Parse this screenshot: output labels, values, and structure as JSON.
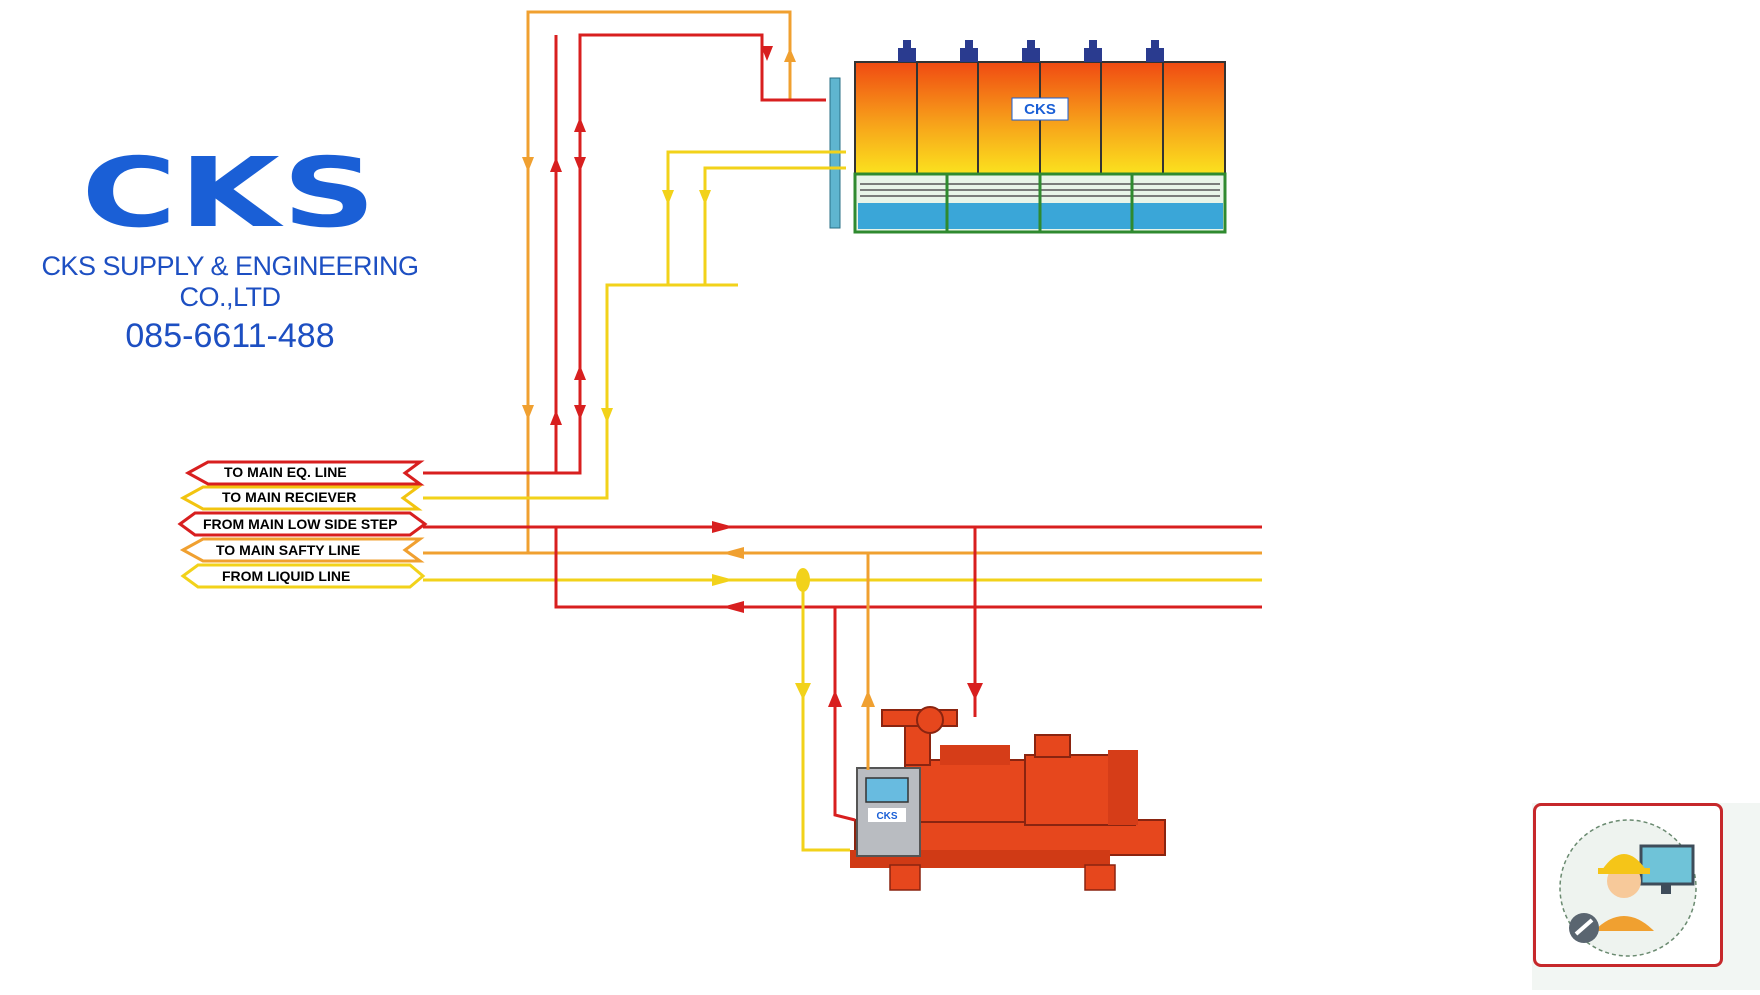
{
  "brand": {
    "logo": "CKS",
    "company": "CKS SUPPLY & ENGINEERING CO.,LTD",
    "phone": "085-6611-488"
  },
  "equipment": {
    "condenser_badge": "CKS",
    "compressor_badge": "CKS"
  },
  "pipe_labels": [
    {
      "text": "TO MAIN EQ. LINE",
      "color": "#d81f1f"
    },
    {
      "text": "TO MAIN RECIEVER",
      "color": "#f2c410"
    },
    {
      "text": "FROM MAIN LOW SIDE STEP",
      "color": "#d81f1f"
    },
    {
      "text": "TO MAIN SAFTY LINE",
      "color": "#f0a030"
    },
    {
      "text": "FROM LIQUID LINE",
      "color": "#f2d21a"
    }
  ],
  "colors": {
    "red_line": "#d81f1f",
    "orange_line": "#f0a030",
    "yellow_line": "#f2d21a",
    "condenser_top": "#f05a14",
    "condenser_bottom": "#fad21a",
    "compressor": "#e6471d",
    "brand_blue": "#1a5fd6"
  },
  "helper_icon": "engineer-support-icon"
}
